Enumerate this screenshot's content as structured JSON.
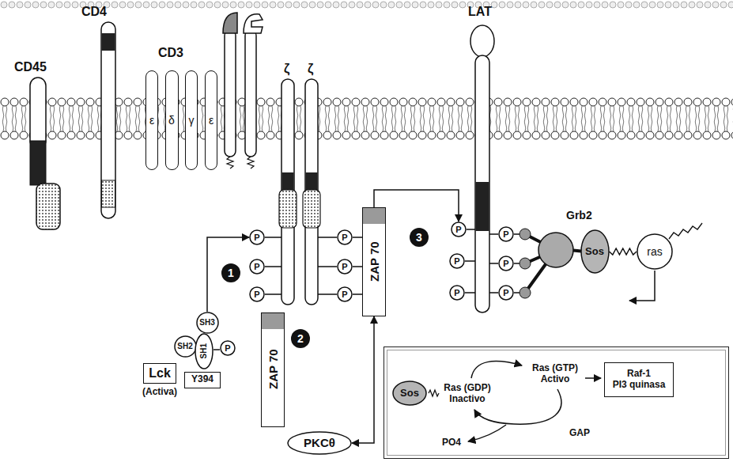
{
  "diagram": {
    "nodes": [
      {
        "text": [
          "ε"
        ]
      },
      {
        "text": [
          "δ"
        ]
      },
      {
        "text": [
          "γ"
        ]
      },
      {
        "text": [
          "ε"
        ]
      },
      {
        "text": [
          "P"
        ]
      },
      {
        "text": [
          "P"
        ]
      },
      {
        "text": [
          "P"
        ]
      },
      {
        "text": [
          "P"
        ]
      },
      {
        "text": [
          "P"
        ]
      },
      {
        "text": [
          "P"
        ]
      },
      {
        "text": [
          "ZAP 70"
        ]
      },
      {
        "text": [
          "P"
        ]
      },
      {
        "text": [
          "P"
        ]
      },
      {
        "text": [
          "P"
        ]
      },
      {
        "text": [
          "P"
        ]
      },
      {
        "text": [
          "P"
        ]
      },
      {
        "text": [
          "P"
        ]
      },
      {
        "text": [
          "Sos"
        ]
      },
      {
        "text": [
          "ras"
        ]
      },
      {
        "text": [
          "SH3"
        ]
      },
      {
        "text": [
          "SH2"
        ]
      },
      {
        "text": [
          "SH1"
        ]
      },
      {
        "text": [
          "P"
        ]
      },
      {
        "text": [
          "Lck"
        ]
      },
      {
        "text": [
          "Y394"
        ]
      },
      {
        "text": [
          "ZAP 70"
        ]
      },
      {
        "text": [
          "PKCθ"
        ]
      },
      {
        "text": [
          "Ras (GDP) Inactivo",
          "Ras (GTP) Activo",
          "GAP",
          "PO4"
        ]
      },
      {
        "text": [
          "Sos"
        ],
        "in": 27
      },
      {
        "text": [
          "Raf-1",
          "PI3 quinasa"
        ],
        "in": 27
      }
    ],
    "edges": [
      {
        "from": 19,
        "to": 4,
        "arrow": "to"
      },
      {
        "from": 10,
        "to": 11,
        "arrow": "to"
      },
      {
        "from": 10,
        "to": 26,
        "arrow": "both"
      },
      {
        "from": 17,
        "to": 18,
        "arrow": "none"
      }
    ],
    "labels": [
      "CD45",
      "CD4",
      "CD3",
      "ζ",
      "ζ",
      "LAT",
      "Grb2",
      "(Activa)",
      "1",
      "2",
      "3"
    ]
  }
}
